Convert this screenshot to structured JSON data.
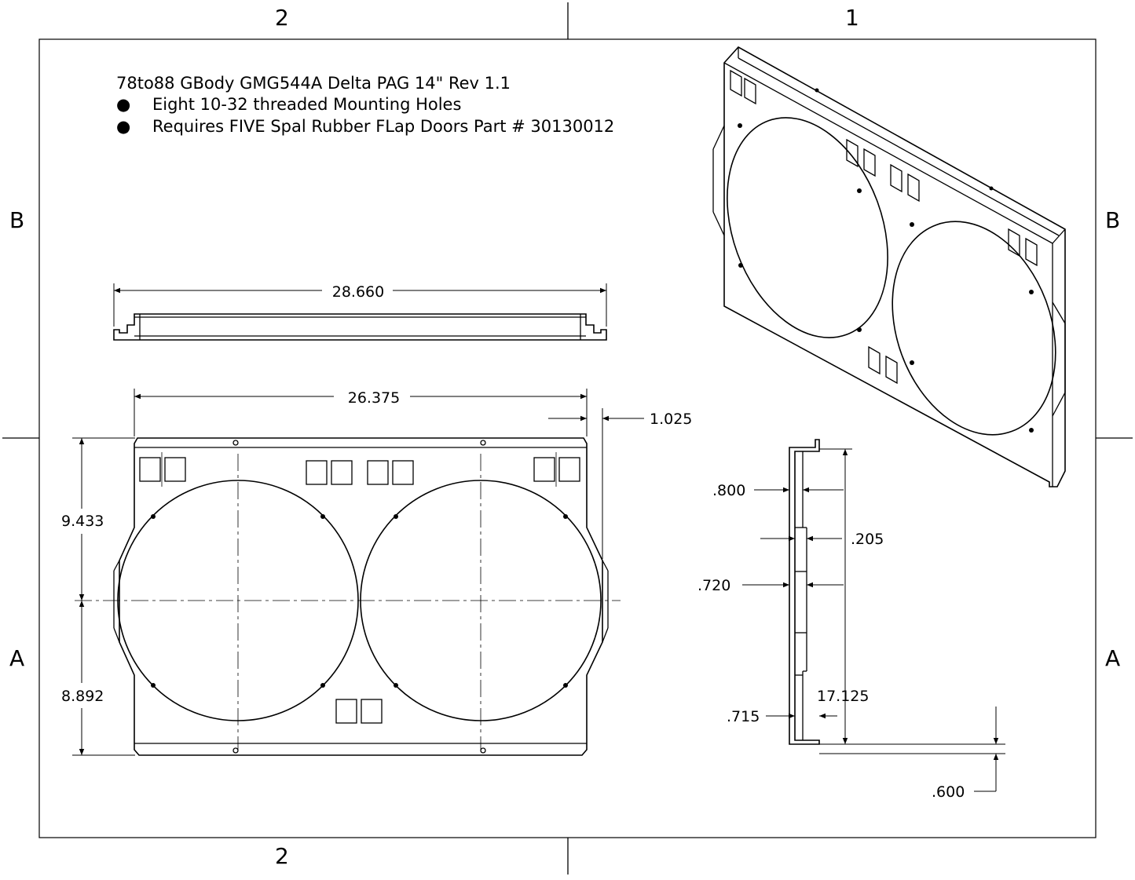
{
  "notes": {
    "title": "78to88 GBody GMG544A Delta PAG 14\" Rev 1.1",
    "bullet_char": "●",
    "items": [
      "Eight 10-32 threaded Mounting Holes",
      "Requires FIVE Spal Rubber FLap Doors Part # 30130012"
    ]
  },
  "zones": {
    "col_left": "2",
    "col_right": "1",
    "row_top": "B",
    "row_bottom": "A"
  },
  "dimensions": {
    "top_width": "28.660",
    "front_width": "26.375",
    "flange": "1.025",
    "upper_height": "9.433",
    "lower_height": "8.892",
    "side_800": ".800",
    "side_205": ".205",
    "side_720": ".720",
    "side_height": "17.125",
    "side_715": ".715",
    "side_600": ".600"
  }
}
